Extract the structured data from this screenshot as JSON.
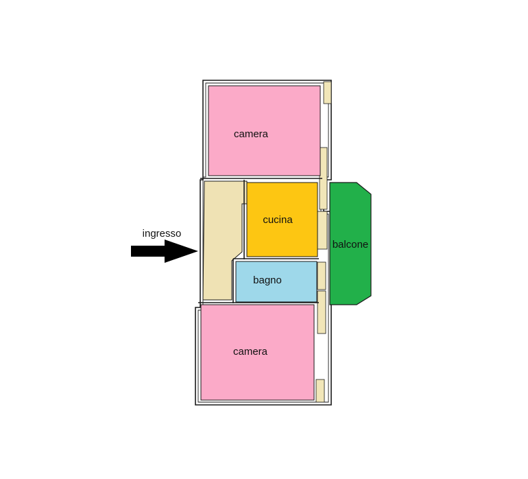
{
  "rooms": {
    "camera_top": {
      "label": "camera",
      "color": "#fbaac8"
    },
    "hall": {
      "label": "",
      "color": "#efe2b4"
    },
    "cucina": {
      "label": "cucina",
      "color": "#fdc612"
    },
    "bagno": {
      "label": "bagno",
      "color": "#9ed8ea"
    },
    "balcone": {
      "label": "balcone",
      "color": "#22b04a"
    },
    "camera_bottom": {
      "label": "camera",
      "color": "#fbaac8"
    }
  },
  "entry": {
    "label": "ingresso",
    "arrow_color": "#000000"
  },
  "window_color": "#f1e6b8",
  "wall_color": "#1a1a1a"
}
